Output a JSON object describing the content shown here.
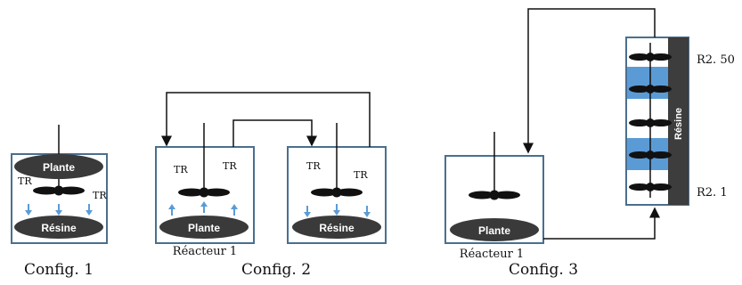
{
  "labels": {
    "plante": "Plante",
    "resine": "Résine",
    "tr": "TR",
    "reacteur1": "Réacteur 1",
    "r2_50": "R2. 50",
    "r2_1": "R2. 1",
    "resine_column": "Résine"
  },
  "captions": {
    "config1": "Config. 1",
    "config2": "Config. 2",
    "config3": "Config. 3"
  },
  "colors": {
    "vessel_border": "#4a6f8f",
    "blob": "#3a3a3a",
    "arrow_blue": "#5b9bd5",
    "band_blue": "#5b9bd5",
    "resin_bar": "#3d3d3d",
    "line": "#111111"
  }
}
